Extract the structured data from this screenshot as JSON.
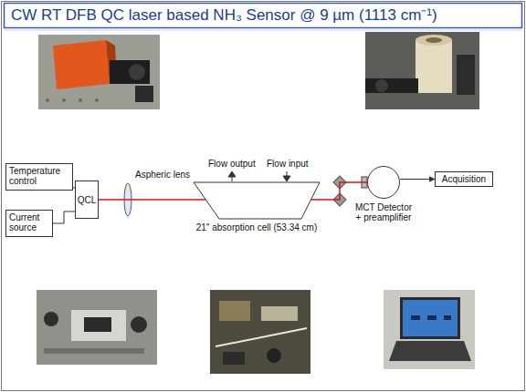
{
  "diagram": {
    "title": "CW RT DFB QC laser based NH₃ Sensor @ 9 µm (1113 cm⁻¹)",
    "nodes": [
      {
        "text": [
          "Temperature control"
        ]
      },
      {
        "text": [
          "Current source"
        ]
      },
      {
        "text": [
          "QCL"
        ]
      },
      {
        "text": [
          "21\" absorption cell (53.34 cm)"
        ]
      },
      {
        "text": [
          "MCT Detector + preamplifier"
        ]
      },
      {
        "text": [
          "Acquisition"
        ]
      }
    ],
    "edges": [
      {
        "from": 0,
        "to": 2,
        "arrow": "none"
      },
      {
        "from": 1,
        "to": 2,
        "arrow": "none"
      },
      {
        "from": 2,
        "to": 3,
        "arrow": "none"
      },
      {
        "from": 3,
        "to": 4,
        "arrow": "none"
      },
      {
        "from": 4,
        "to": 5,
        "arrow": "to"
      }
    ],
    "labels": [
      "Aspheric lens",
      "Flow output",
      "Flow input"
    ]
  }
}
